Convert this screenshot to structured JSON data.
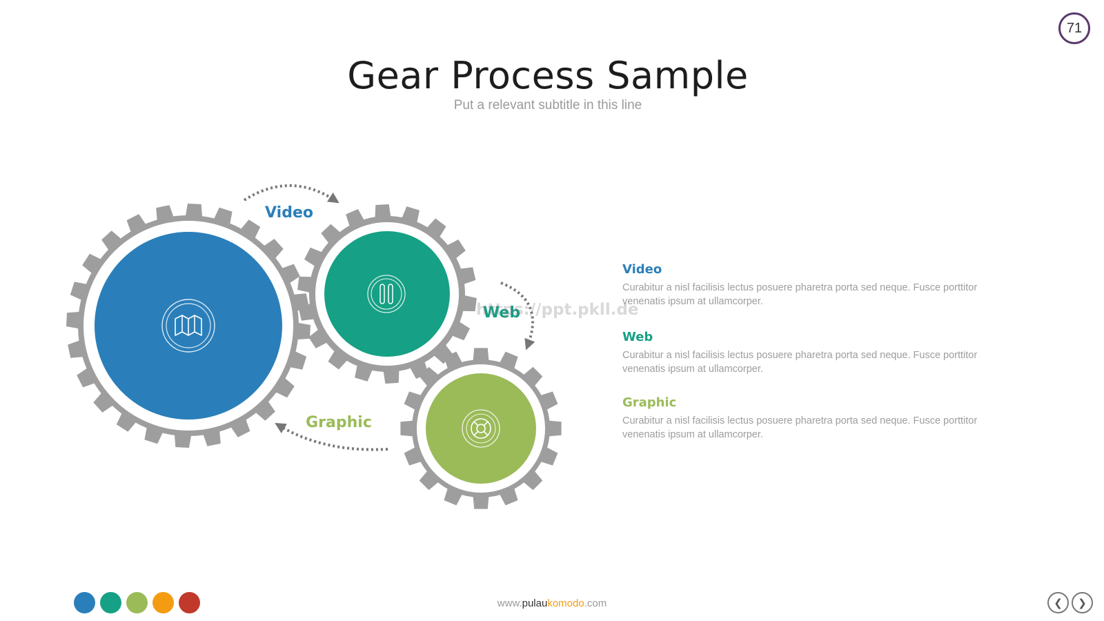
{
  "slide": {
    "page_number": "71",
    "title": "Gear Process Sample",
    "subtitle": "Put a relevant subtitle in this line",
    "watermark": "https://ppt.pkll.de"
  },
  "colors": {
    "blue": "#2a7fba",
    "teal": "#16a085",
    "green": "#9bbb59",
    "orange": "#f39c12",
    "red": "#c0392b",
    "gear_gray": "#9e9e9e"
  },
  "gears": [
    {
      "label": "Video",
      "icon": "map-icon"
    },
    {
      "label": "Web",
      "icon": "usb-connector-icon"
    },
    {
      "label": "Graphic",
      "icon": "lifebuoy-icon"
    }
  ],
  "descriptions": [
    {
      "heading": "Video",
      "text": "Curabitur a nisl facilisis lectus posuere pharetra porta sed neque. Fusce porttitor venenatis ipsum at ullamcorper."
    },
    {
      "heading": "Web",
      "text": "Curabitur a nisl facilisis lectus posuere pharetra porta sed neque. Fusce porttitor venenatis ipsum at ullamcorper."
    },
    {
      "heading": "Graphic",
      "text": "Curabitur a nisl facilisis lectus posuere pharetra porta sed neque. Fusce porttitor venenatis ipsum at ullamcorper."
    }
  ],
  "footer": {
    "url_prefix": "www.",
    "url_mid": "pulau",
    "url_highlight": "komodo",
    "url_suffix": ".com"
  },
  "nav": {
    "prev_icon": "chevron-left-icon",
    "next_icon": "chevron-right-icon"
  }
}
